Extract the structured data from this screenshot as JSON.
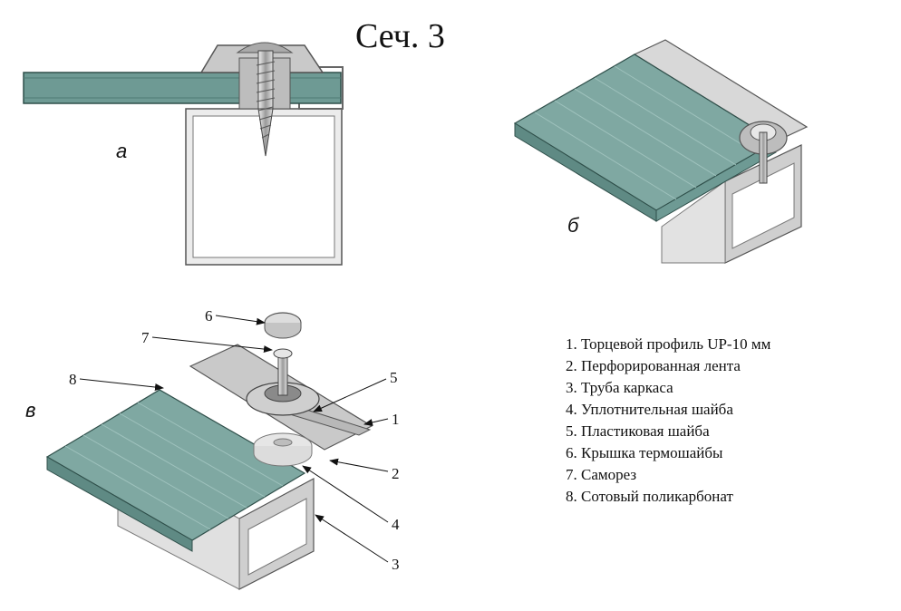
{
  "title": "Сеч. 3",
  "panels": {
    "a": "а",
    "b": "б",
    "v": "в"
  },
  "callout_numbers": [
    "1",
    "2",
    "3",
    "4",
    "5",
    "6",
    "7",
    "8"
  ],
  "legend": [
    "1. Торцевой профиль UP-10 мм",
    "2. Перфорированная лента",
    "3. Труба каркаса",
    "4. Уплотнительная шайба",
    "5. Пластиковая шайба",
    "6. Крышка термошайбы",
    "7. Саморез",
    "8. Сотовый поликарбонат"
  ],
  "colors": {
    "polycarbonate": "#6e9a94",
    "polycarbonate_dark": "#4f7a74",
    "metal": "#d4d4d4",
    "metal_dark": "#9a9a9a",
    "washer_foam": "#e6e6e6",
    "outline": "#333333"
  }
}
